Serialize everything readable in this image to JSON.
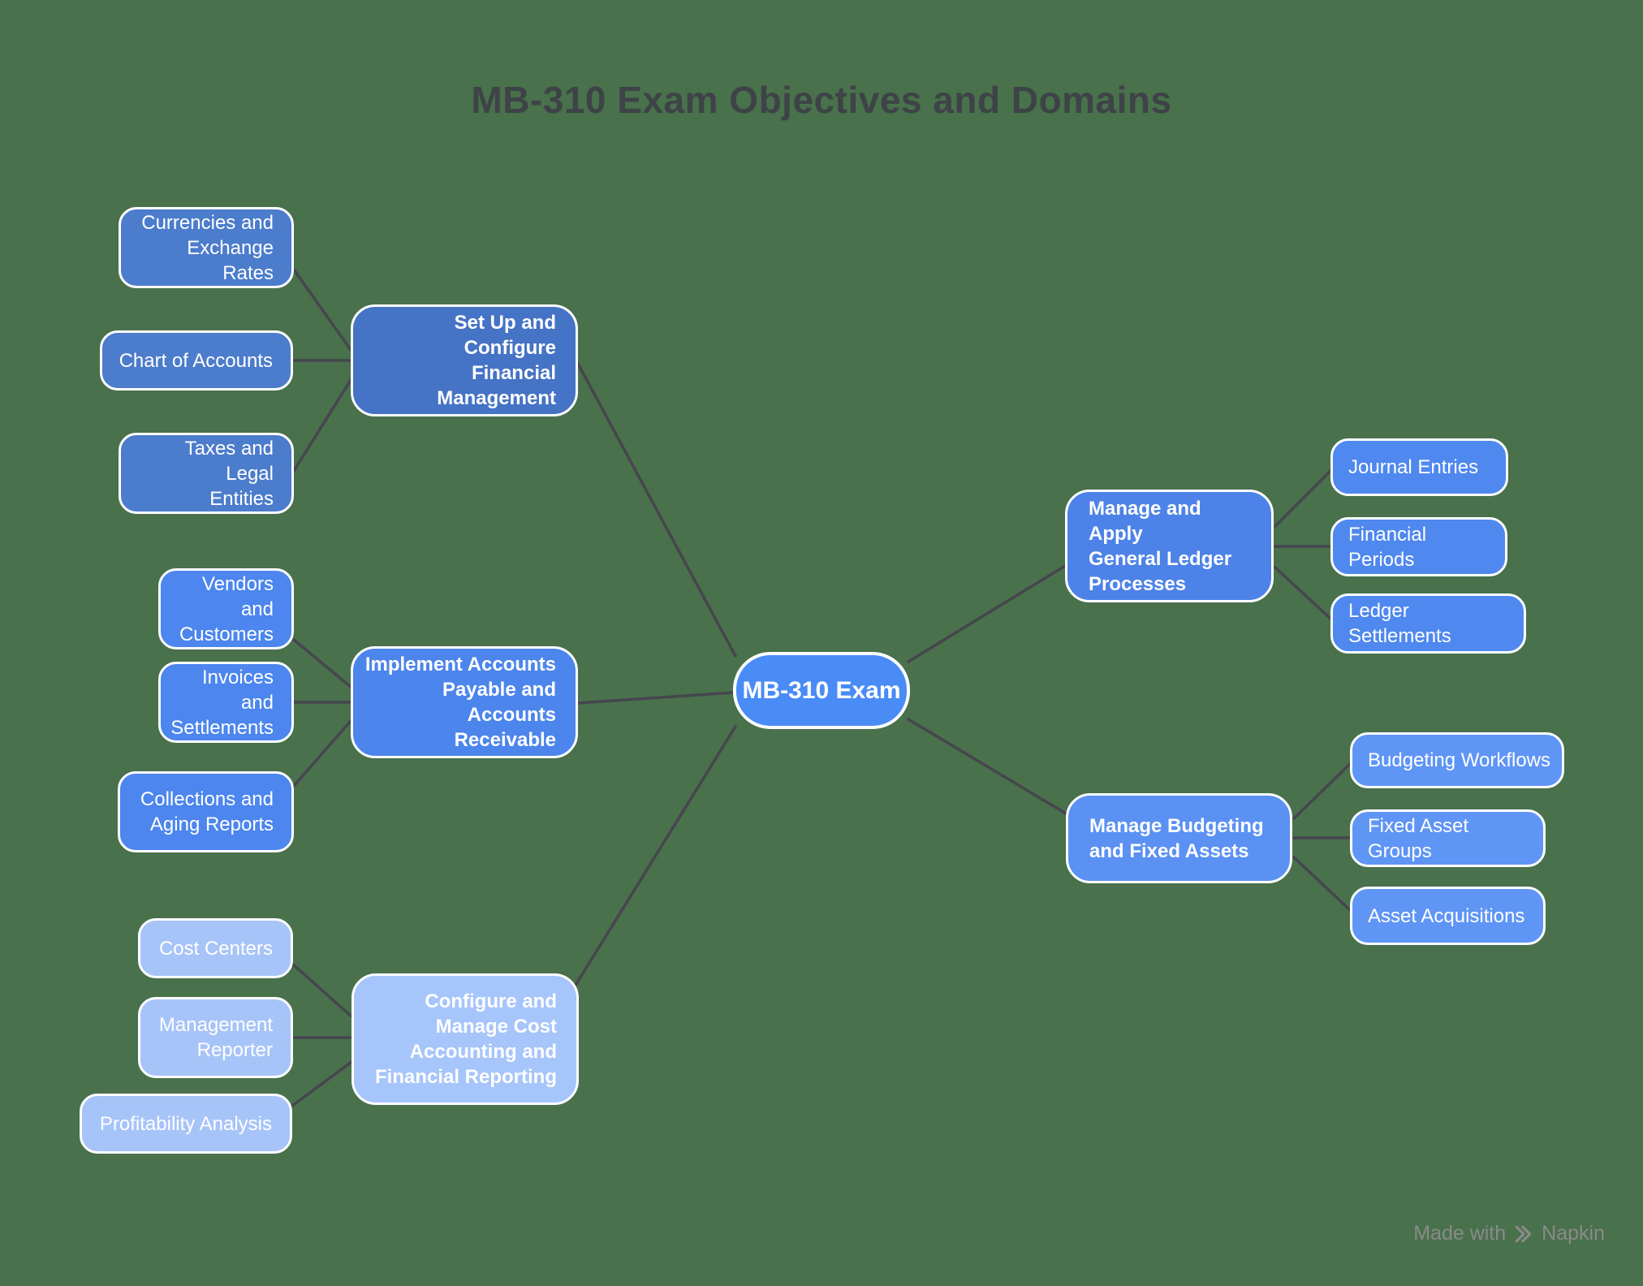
{
  "title": "MB-310 Exam Objectives and Domains",
  "colors": {
    "background": "#48714C",
    "title_text": "#3E4347",
    "connector": "#46464E",
    "node_text": "#FFFFFF",
    "node_border": "#FDFDFF",
    "central": "#4A8CF6",
    "cluster_setup": {
      "parent": "#4573C5",
      "child": "#4C7CCC"
    },
    "cluster_apar": {
      "parent": "#4C85EC",
      "child": "#4C86EE"
    },
    "cluster_cost": {
      "parent": "#A6C5FA",
      "child": "#A7C4F8"
    },
    "cluster_gl": {
      "parent": "#4D83E8",
      "child": "#4F88EF"
    },
    "cluster_budget": {
      "parent": "#5B91F2",
      "child": "#5F95F5"
    },
    "watermark_text": "#8A8A8A"
  },
  "central": {
    "label": "MB-310 Exam"
  },
  "branches": [
    {
      "label": "Set Up and Configure\nFinancial\nManagement",
      "children": [
        {
          "label": "Currencies and\nExchange Rates"
        },
        {
          "label": "Chart of Accounts"
        },
        {
          "label": "Taxes and Legal\nEntities"
        }
      ]
    },
    {
      "label": "Implement Accounts\nPayable and\nAccounts Receivable",
      "children": [
        {
          "label": "Vendors and\nCustomers"
        },
        {
          "label": "Invoices and\nSettlements"
        },
        {
          "label": "Collections and\nAging Reports"
        }
      ]
    },
    {
      "label": "Configure and\nManage Cost\nAccounting and\nFinancial Reporting",
      "children": [
        {
          "label": "Cost Centers"
        },
        {
          "label": "Management\nReporter"
        },
        {
          "label": "Profitability Analysis"
        }
      ]
    },
    {
      "label": "Manage and Apply\nGeneral Ledger\nProcesses",
      "children": [
        {
          "label": "Journal Entries"
        },
        {
          "label": "Financial Periods"
        },
        {
          "label": "Ledger Settlements"
        }
      ]
    },
    {
      "label": "Manage Budgeting\nand Fixed Assets",
      "children": [
        {
          "label": "Budgeting Workflows"
        },
        {
          "label": "Fixed Asset Groups"
        },
        {
          "label": "Asset Acquisitions"
        }
      ]
    }
  ],
  "watermark": {
    "made_with": "Made with",
    "brand": "Napkin"
  }
}
